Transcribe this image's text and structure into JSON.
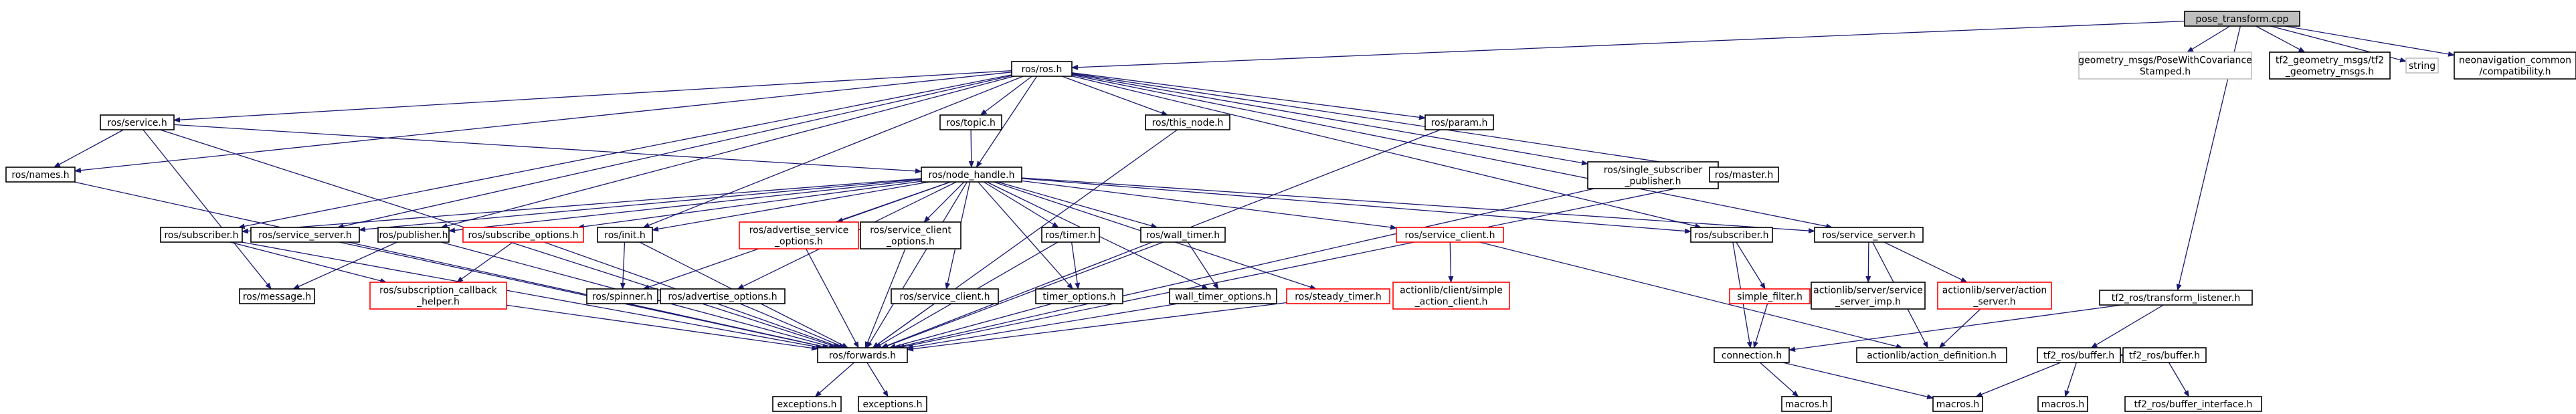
{
  "colors": {
    "edge": "#191970",
    "border_default": "#000000",
    "border_missing": "#ff0000",
    "border_external": "#bfbfbf",
    "fill_default": "#ffffff",
    "fill_root": "#bfbfbf"
  },
  "nodes": [
    {
      "id": "pose_transform",
      "lines": [
        "pose_transform.cpp"
      ],
      "style": "root"
    },
    {
      "id": "ros_ros",
      "lines": [
        "ros/ros.h"
      ],
      "style": "default"
    },
    {
      "id": "geometry_msgs",
      "lines": [
        "geometry_msgs/PoseWithCovariance",
        "Stamped.h"
      ],
      "style": "external"
    },
    {
      "id": "tf2_geometry",
      "lines": [
        "tf2_geometry_msgs/tf2",
        "_geometry_msgs.h"
      ],
      "style": "default"
    },
    {
      "id": "string",
      "lines": [
        "string"
      ],
      "style": "external"
    },
    {
      "id": "neonavigation",
      "lines": [
        "neonavigation_common",
        "/compatibility.h"
      ],
      "style": "default"
    },
    {
      "id": "ros_service",
      "lines": [
        "ros/service.h"
      ],
      "style": "default"
    },
    {
      "id": "ros_topic",
      "lines": [
        "ros/topic.h"
      ],
      "style": "default"
    },
    {
      "id": "ros_this_node",
      "lines": [
        "ros/this_node.h"
      ],
      "style": "default"
    },
    {
      "id": "ros_param",
      "lines": [
        "ros/param.h"
      ],
      "style": "default"
    },
    {
      "id": "ros_names",
      "lines": [
        "ros/names.h"
      ],
      "style": "default"
    },
    {
      "id": "ros_node_handle",
      "lines": [
        "ros/node_handle.h"
      ],
      "style": "default"
    },
    {
      "id": "ros_single_sub",
      "lines": [
        "ros/single_subscriber",
        "_publisher.h"
      ],
      "style": "default"
    },
    {
      "id": "ros_master",
      "lines": [
        "ros/master.h"
      ],
      "style": "default"
    },
    {
      "id": "tf2_transform_listener",
      "lines": [
        "tf2_ros/transform_listener.h"
      ],
      "style": "default"
    },
    {
      "id": "ros_subscriber_l",
      "lines": [
        "ros/subscriber.h"
      ],
      "style": "default"
    },
    {
      "id": "ros_service_server_l",
      "lines": [
        "ros/service_server.h"
      ],
      "style": "default"
    },
    {
      "id": "ros_publisher",
      "lines": [
        "ros/publisher.h"
      ],
      "style": "default"
    },
    {
      "id": "ros_subscribe_options",
      "lines": [
        "ros/subscribe_options.h"
      ],
      "style": "missing"
    },
    {
      "id": "ros_init",
      "lines": [
        "ros/init.h"
      ],
      "style": "default"
    },
    {
      "id": "ros_advertise_service_options",
      "lines": [
        "ros/advertise_service",
        "_options.h"
      ],
      "style": "missing"
    },
    {
      "id": "ros_service_client_options",
      "lines": [
        "ros/service_client",
        "_options.h"
      ],
      "style": "default"
    },
    {
      "id": "ros_timer",
      "lines": [
        "ros/timer.h"
      ],
      "style": "default"
    },
    {
      "id": "ros_wall_timer",
      "lines": [
        "ros/wall_timer.h"
      ],
      "style": "default"
    },
    {
      "id": "ros_service_client_r",
      "lines": [
        "ros/service_client.h"
      ],
      "style": "missing"
    },
    {
      "id": "ros_subscriber_r",
      "lines": [
        "ros/subscriber.h"
      ],
      "style": "default"
    },
    {
      "id": "ros_service_server_r",
      "lines": [
        "ros/service_server.h"
      ],
      "style": "default"
    },
    {
      "id": "ros_message",
      "lines": [
        "ros/message.h"
      ],
      "style": "default"
    },
    {
      "id": "ros_subscription_callback_helper",
      "lines": [
        "ros/subscription_callback",
        "_helper.h"
      ],
      "style": "missing"
    },
    {
      "id": "ros_spinner",
      "lines": [
        "ros/spinner.h"
      ],
      "style": "default"
    },
    {
      "id": "ros_advertise_options",
      "lines": [
        "ros/advertise_options.h"
      ],
      "style": "default"
    },
    {
      "id": "ros_service_client_m",
      "lines": [
        "ros/service_client.h"
      ],
      "style": "default"
    },
    {
      "id": "timer_options",
      "lines": [
        "timer_options.h"
      ],
      "style": "default"
    },
    {
      "id": "wall_timer_options",
      "lines": [
        "wall_timer_options.h"
      ],
      "style": "default"
    },
    {
      "id": "ros_steady_timer",
      "lines": [
        "ros/steady_timer.h"
      ],
      "style": "missing"
    },
    {
      "id": "actionlib_simple_action_client",
      "lines": [
        "actionlib/client/simple",
        "_action_client.h"
      ],
      "style": "missing"
    },
    {
      "id": "simple_filter",
      "lines": [
        "simple_filter.h"
      ],
      "style": "missing"
    },
    {
      "id": "actionlib_service_server_imp",
      "lines": [
        "actionlib/server/service",
        "_server_imp.h"
      ],
      "style": "default"
    },
    {
      "id": "actionlib_action_server",
      "lines": [
        "actionlib/server/action",
        "_server.h"
      ],
      "style": "missing"
    },
    {
      "id": "connection",
      "lines": [
        "connection.h"
      ],
      "style": "default"
    },
    {
      "id": "actionlib_action_definition",
      "lines": [
        "actionlib/action_definition.h"
      ],
      "style": "default"
    },
    {
      "id": "tf2_ros_buffer_h",
      "lines": [
        "tf2_ros/buffer.h"
      ],
      "style": "default"
    },
    {
      "id": "tf2_ros_buffer_2",
      "lines": [
        "tf2_ros/buffer.h"
      ],
      "style": "default"
    },
    {
      "id": "ros_forwards",
      "lines": [
        "ros/forwards.h"
      ],
      "style": "default"
    },
    {
      "id": "macros_1",
      "lines": [
        "macros.h"
      ],
      "style": "default"
    },
    {
      "id": "macros_2",
      "lines": [
        "macros.h"
      ],
      "style": "default"
    },
    {
      "id": "macros_3",
      "lines": [
        "macros.h"
      ],
      "style": "default"
    },
    {
      "id": "tf2_buffer_interface",
      "lines": [
        "tf2_ros/buffer_interface.h"
      ],
      "style": "default"
    },
    {
      "id": "exceptions_1",
      "lines": [
        "exceptions.h"
      ],
      "style": "default"
    },
    {
      "id": "exceptions_2",
      "lines": [
        "exceptions.h"
      ],
      "style": "default"
    }
  ],
  "edges": [
    [
      "pose_transform",
      "ros_ros"
    ],
    [
      "pose_transform",
      "geometry_msgs"
    ],
    [
      "pose_transform",
      "tf2_geometry"
    ],
    [
      "pose_transform",
      "string"
    ],
    [
      "pose_transform",
      "neonavigation"
    ],
    [
      "pose_transform",
      "tf2_transform_listener"
    ],
    [
      "ros_ros",
      "ros_service"
    ],
    [
      "ros_ros",
      "ros_topic"
    ],
    [
      "ros_ros",
      "ros_this_node"
    ],
    [
      "ros_ros",
      "ros_param"
    ],
    [
      "ros_ros",
      "ros_names"
    ],
    [
      "ros_ros",
      "ros_node_handle"
    ],
    [
      "ros_ros",
      "ros_single_sub"
    ],
    [
      "ros_ros",
      "ros_master"
    ],
    [
      "ros_ros",
      "ros_subscriber_l"
    ],
    [
      "ros_ros",
      "ros_service_server_l"
    ],
    [
      "ros_ros",
      "ros_publisher"
    ],
    [
      "ros_ros",
      "ros_init"
    ],
    [
      "ros_ros",
      "ros_subscriber_r"
    ],
    [
      "ros_ros",
      "ros_service_server_r"
    ],
    [
      "ros_service",
      "ros_names"
    ],
    [
      "ros_service",
      "ros_node_handle"
    ],
    [
      "ros_service",
      "ros_message"
    ],
    [
      "ros_service",
      "ros_forwards"
    ],
    [
      "ros_topic",
      "ros_node_handle"
    ],
    [
      "ros_this_node",
      "ros_forwards"
    ],
    [
      "ros_param",
      "ros_forwards"
    ],
    [
      "ros_names",
      "ros_forwards"
    ],
    [
      "ros_node_handle",
      "ros_subscriber_l"
    ],
    [
      "ros_node_handle",
      "ros_service_server_l"
    ],
    [
      "ros_node_handle",
      "ros_publisher"
    ],
    [
      "ros_node_handle",
      "ros_subscribe_options"
    ],
    [
      "ros_node_handle",
      "ros_init"
    ],
    [
      "ros_node_handle",
      "ros_advertise_service_options"
    ],
    [
      "ros_node_handle",
      "ros_service_client_options"
    ],
    [
      "ros_node_handle",
      "ros_timer"
    ],
    [
      "ros_node_handle",
      "ros_wall_timer"
    ],
    [
      "ros_node_handle",
      "ros_service_client_r"
    ],
    [
      "ros_node_handle",
      "ros_subscriber_r"
    ],
    [
      "ros_node_handle",
      "ros_service_server_r"
    ],
    [
      "ros_node_handle",
      "ros_spinner"
    ],
    [
      "ros_node_handle",
      "ros_advertise_options"
    ],
    [
      "ros_node_handle",
      "ros_service_client_m"
    ],
    [
      "ros_node_handle",
      "timer_options"
    ],
    [
      "ros_node_handle",
      "wall_timer_options"
    ],
    [
      "ros_node_handle",
      "ros_steady_timer"
    ],
    [
      "ros_node_handle",
      "ros_forwards"
    ],
    [
      "ros_single_sub",
      "ros_forwards"
    ],
    [
      "ros_master",
      "ros_forwards"
    ],
    [
      "tf2_transform_listener",
      "tf2_ros_buffer_h"
    ],
    [
      "tf2_transform_listener",
      "connection"
    ],
    [
      "ros_subscriber_l",
      "ros_forwards"
    ],
    [
      "ros_subscriber_l",
      "ros_subscription_callback_helper"
    ],
    [
      "ros_service_server_l",
      "ros_forwards"
    ],
    [
      "ros_publisher",
      "ros_message"
    ],
    [
      "ros_publisher",
      "ros_forwards"
    ],
    [
      "ros_subscribe_options",
      "ros_subscription_callback_helper"
    ],
    [
      "ros_subscribe_options",
      "ros_forwards"
    ],
    [
      "ros_init",
      "ros_spinner"
    ],
    [
      "ros_init",
      "ros_forwards"
    ],
    [
      "ros_advertise_service_options",
      "ros_forwards"
    ],
    [
      "ros_service_client_options",
      "ros_forwards"
    ],
    [
      "ros_timer",
      "timer_options"
    ],
    [
      "ros_timer",
      "ros_forwards"
    ],
    [
      "ros_wall_timer",
      "wall_timer_options"
    ],
    [
      "ros_wall_timer",
      "ros_forwards"
    ],
    [
      "ros_service_client_r",
      "actionlib_simple_action_client"
    ],
    [
      "ros_service_client_r",
      "actionlib_action_definition"
    ],
    [
      "ros_subscriber_r",
      "simple_filter"
    ],
    [
      "ros_subscriber_r",
      "connection"
    ],
    [
      "ros_service_server_r",
      "actionlib_service_server_imp"
    ],
    [
      "ros_service_server_r",
      "actionlib_action_server"
    ],
    [
      "ros_service_server_r",
      "actionlib_action_definition"
    ],
    [
      "ros_subscription_callback_helper",
      "ros_forwards"
    ],
    [
      "ros_advertise_options",
      "ros_forwards"
    ],
    [
      "ros_service_client_m",
      "ros_forwards"
    ],
    [
      "timer_options",
      "ros_forwards"
    ],
    [
      "wall_timer_options",
      "ros_forwards"
    ],
    [
      "ros_steady_timer",
      "ros_forwards"
    ],
    [
      "simple_filter",
      "connection"
    ],
    [
      "actionlib_action_server",
      "actionlib_action_definition"
    ],
    [
      "connection",
      "macros_1"
    ],
    [
      "connection",
      "macros_2"
    ],
    [
      "tf2_ros_buffer_h",
      "macros_2"
    ],
    [
      "tf2_ros_buffer_h",
      "macros_3"
    ],
    [
      "tf2_ros_buffer_h",
      "tf2_ros_buffer_2"
    ],
    [
      "tf2_ros_buffer_2",
      "tf2_buffer_interface"
    ],
    [
      "ros_forwards",
      "exceptions_1"
    ],
    [
      "ros_forwards",
      "exceptions_2"
    ]
  ]
}
